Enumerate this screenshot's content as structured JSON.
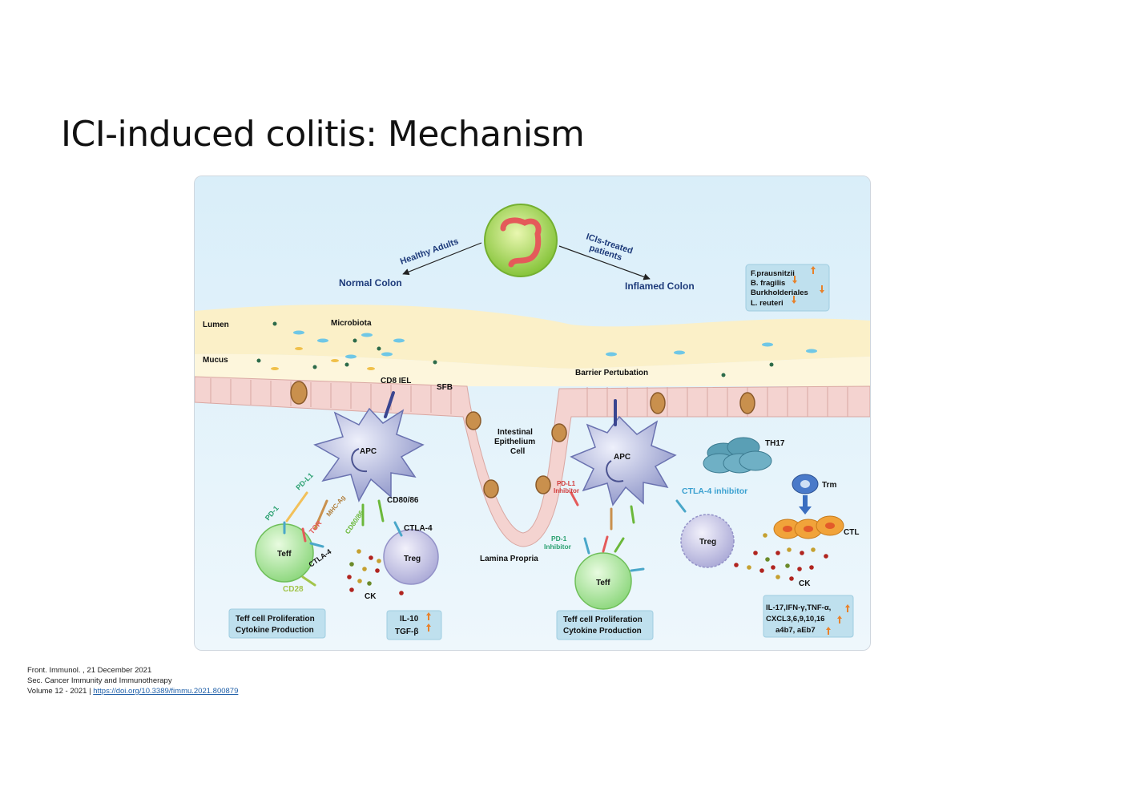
{
  "title": "ICI-induced colitis: Mechanism",
  "figure": {
    "top": {
      "healthy_adults": "Healthy Adults",
      "icis_treated_1": "ICIs-treated",
      "icis_treated_2": "patients",
      "normal_colon": "Normal Colon",
      "inflamed_colon": "Inflamed Colon"
    },
    "bacteria_box": {
      "items": [
        "F.prausnitzii",
        "B. fragilis",
        "Burkholderiales",
        "L. reuteri"
      ],
      "directions": [
        "up",
        "down",
        "down",
        "down"
      ]
    },
    "layers": {
      "lumen": "Lumen",
      "mucus": "Mucus",
      "microbiota": "Microbiota",
      "cd8_iel": "CD8 IEL",
      "sfb": "SFB",
      "barrier": "Barrier Pertubation",
      "iec_1": "Intestinal",
      "iec_2": "Epithelium",
      "iec_3": "Cell",
      "lamina_propria": "Lamina Propria"
    },
    "left": {
      "apc": "APC",
      "pd_l1": "PD-L1",
      "mhc": "MHC-Ag",
      "cd80_86_a": "CD80/86",
      "cd80_86_b": "CD80/86",
      "pd_1": "PD-1",
      "tcr": "TCR",
      "ctla4_a": "CTLA-4",
      "ctla4_b": "CTLA-4",
      "cd28": "CD28",
      "teff": "Teff",
      "treg": "Treg",
      "ck": "CK",
      "box_teff_1": "Teff cell Proliferation",
      "box_teff_2": "Cytokine Production",
      "box_il_1": "IL-10",
      "box_il_2": "TGF-β"
    },
    "right": {
      "apc": "APC",
      "pd_l1_inh_1": "PD-L1",
      "pd_l1_inh_2": "Inhibitor",
      "pd_1_inh_1": "PD-1",
      "pd_1_inh_2": "Inhibitor",
      "ctla4_inh": "CTLA-4 inhibitor",
      "treg": "Treg",
      "teff": "Teff",
      "th17": "TH17",
      "trm": "Trm",
      "ctl": "CTL",
      "ck": "CK",
      "box_teff_1": "Teff cell Proliferation",
      "box_teff_2": "Cytokine Production",
      "box_cyt_1": "IL-17,IFN-γ,TNF-α,",
      "box_cyt_2": "CXCL3,6,9,10,16",
      "box_cyt_3": "a4b7, aEb7"
    }
  },
  "citation": {
    "line1": "Front. Immunol. , 21 December 2021",
    "line2": "Sec. Cancer Immunity and Immunotherapy",
    "line3": "Volume 12 - 2021 | ",
    "doi": "https://doi.org/10.3389/fimmu.2021.800879"
  },
  "colors": {
    "accent_up_arrow": "#e8812a",
    "navy_label": "#1d3a7a",
    "cell_green": "#a8e39a",
    "cell_purple": "#c9c8e6"
  }
}
